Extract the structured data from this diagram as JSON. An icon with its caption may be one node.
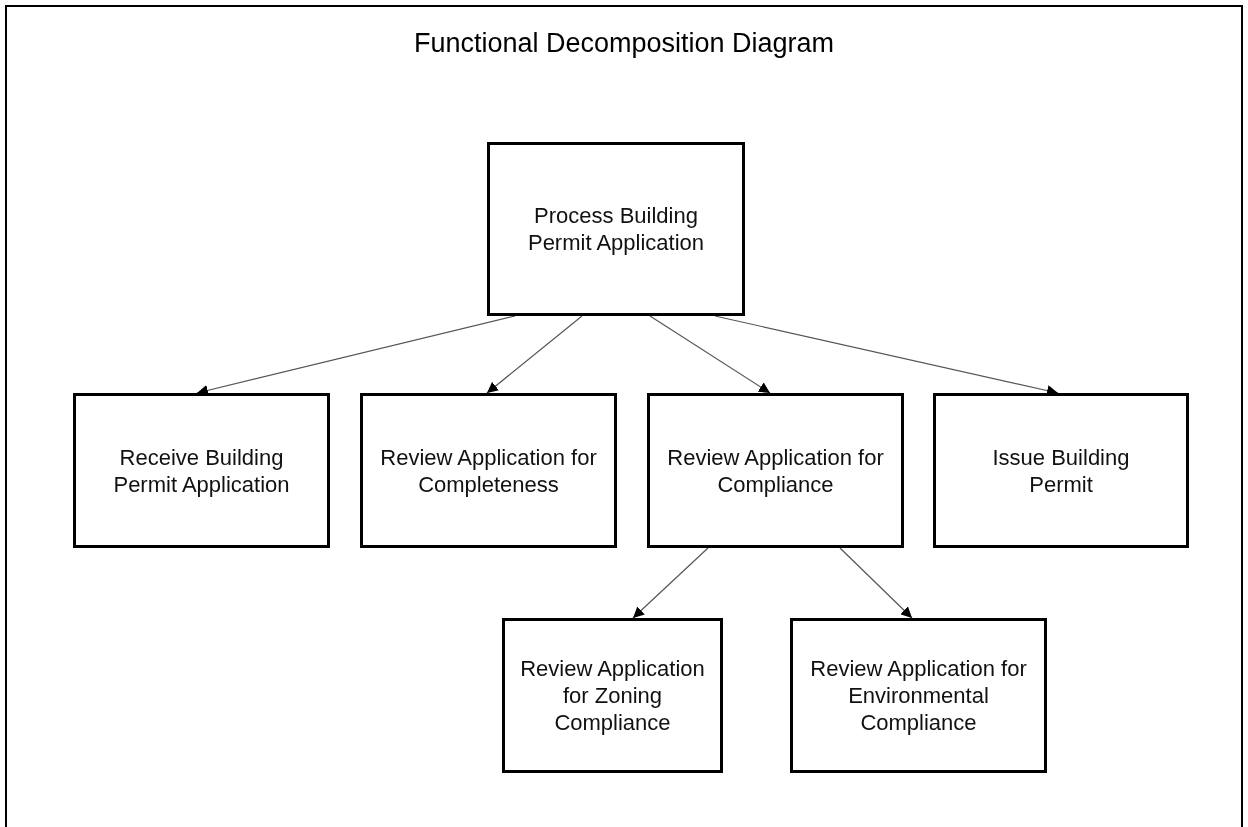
{
  "diagram": {
    "title": "Functional Decomposition Diagram",
    "nodes": [
      {
        "text": [
          "Process Building Permit Application"
        ]
      },
      {
        "text": [
          "Receive Building Permit Application"
        ]
      },
      {
        "text": [
          "Review Application for Completeness"
        ]
      },
      {
        "text": [
          "Review Application for Compliance"
        ]
      },
      {
        "text": [
          "Issue Building Permit"
        ]
      },
      {
        "text": [
          "Review Application for Zoning Compliance"
        ]
      },
      {
        "text": [
          "Review Application for Environmental Compliance"
        ]
      }
    ],
    "edges": [
      {
        "from": 0,
        "to": 1,
        "arrow": "to"
      },
      {
        "from": 0,
        "to": 2,
        "arrow": "to"
      },
      {
        "from": 0,
        "to": 3,
        "arrow": "to"
      },
      {
        "from": 0,
        "to": 4,
        "arrow": "to"
      },
      {
        "from": 3,
        "to": 5,
        "arrow": "to"
      },
      {
        "from": 3,
        "to": 6,
        "arrow": "to"
      }
    ]
  }
}
